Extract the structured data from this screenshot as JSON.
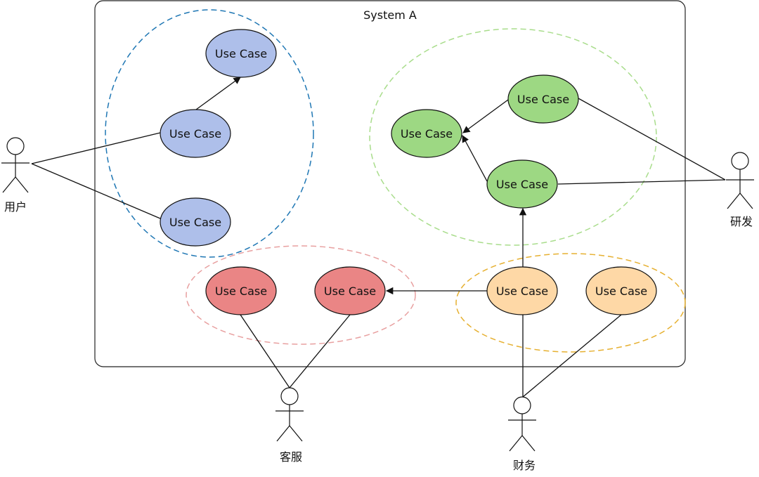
{
  "system": {
    "title": "System A"
  },
  "actors": {
    "user": {
      "label": "用户"
    },
    "rd": {
      "label": "研发"
    },
    "support": {
      "label": "客服"
    },
    "finance": {
      "label": "财务"
    }
  },
  "use_cases": {
    "blue_top": {
      "label": "Use Case"
    },
    "blue_mid": {
      "label": "Use Case"
    },
    "blue_bottom": {
      "label": "Use Case"
    },
    "green_left": {
      "label": "Use Case"
    },
    "green_top": {
      "label": "Use Case"
    },
    "green_bottom": {
      "label": "Use Case"
    },
    "red_left": {
      "label": "Use Case"
    },
    "red_right": {
      "label": "Use Case"
    },
    "orange_left": {
      "label": "Use Case"
    },
    "orange_right": {
      "label": "Use Case"
    }
  },
  "colors": {
    "blue_fill": "#aebfea",
    "green_fill": "#9dd883",
    "red_fill": "#ea8585",
    "orange_fill": "#fed8a6",
    "blue_group_stroke": "#1f77b4",
    "green_group_stroke": "#a9dd8c",
    "red_group_stroke": "#e8a0a0",
    "orange_group_stroke": "#e6b030"
  }
}
